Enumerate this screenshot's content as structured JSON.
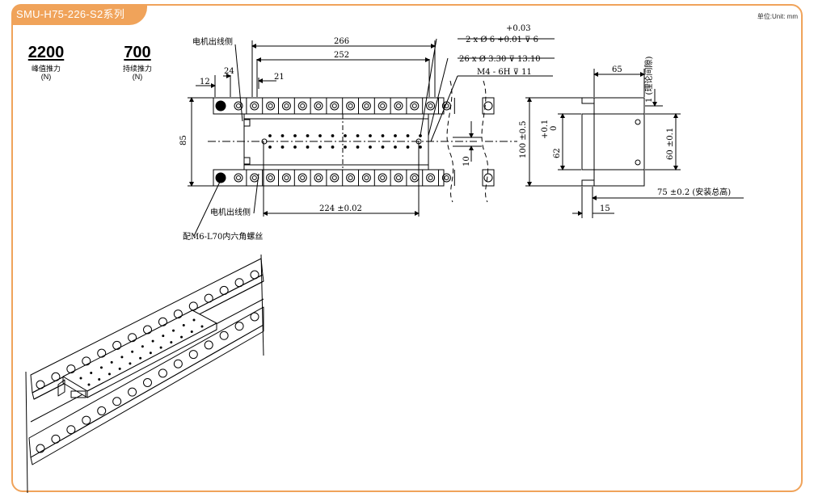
{
  "series_title": "SMU-H75-226-S2系列",
  "unit_label": "单位:Unit: mm",
  "specs": [
    {
      "value": "2200",
      "label": "峰值推力",
      "unit": "(N)"
    },
    {
      "value": "700",
      "label": "持续推力",
      "unit": "(N)"
    }
  ],
  "drawing": {
    "motor_side_top": "电机出线侧",
    "motor_side_bottom": "电机出线侧",
    "screw_note": "配M6-L70内六角螺丝",
    "dim_266": "266",
    "dim_252": "252",
    "dim_24": "24",
    "dim_12": "12",
    "dim_21": "21",
    "dim_85": "85",
    "dim_10": "10",
    "dim_224": "224 ±0.02",
    "hole_tol": "+0.03",
    "hole_spec_1": "2 x Ø 6 +0.01 ⊽ 6",
    "hole_spec_2": "26 x Ø 3.30 ⊽ 13.10",
    "hole_spec_3": "M4 - 6H ⊽ 11",
    "dim_65": "65",
    "dim_gap": "1 (理论间隙)",
    "dim_100": "100 ±0.5",
    "dim_0_1": "+0.1",
    "dim_0": "0",
    "dim_62": "62",
    "dim_60": "60 ±0.1",
    "dim_75": "75 ±0.2 (安装总高)",
    "dim_15": "15"
  }
}
